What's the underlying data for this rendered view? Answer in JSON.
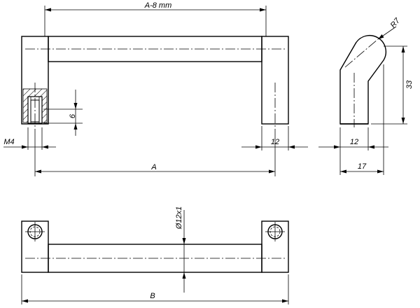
{
  "drawing": {
    "labels": {
      "a_minus_8": "A-8 mm",
      "a": "A",
      "b": "B",
      "radius": "R7",
      "height": "33",
      "width_front": "12",
      "width_side": "12",
      "depth_side": "17",
      "thread_depth": "6",
      "thread": "M4",
      "diameter": "Ø12x1"
    }
  }
}
